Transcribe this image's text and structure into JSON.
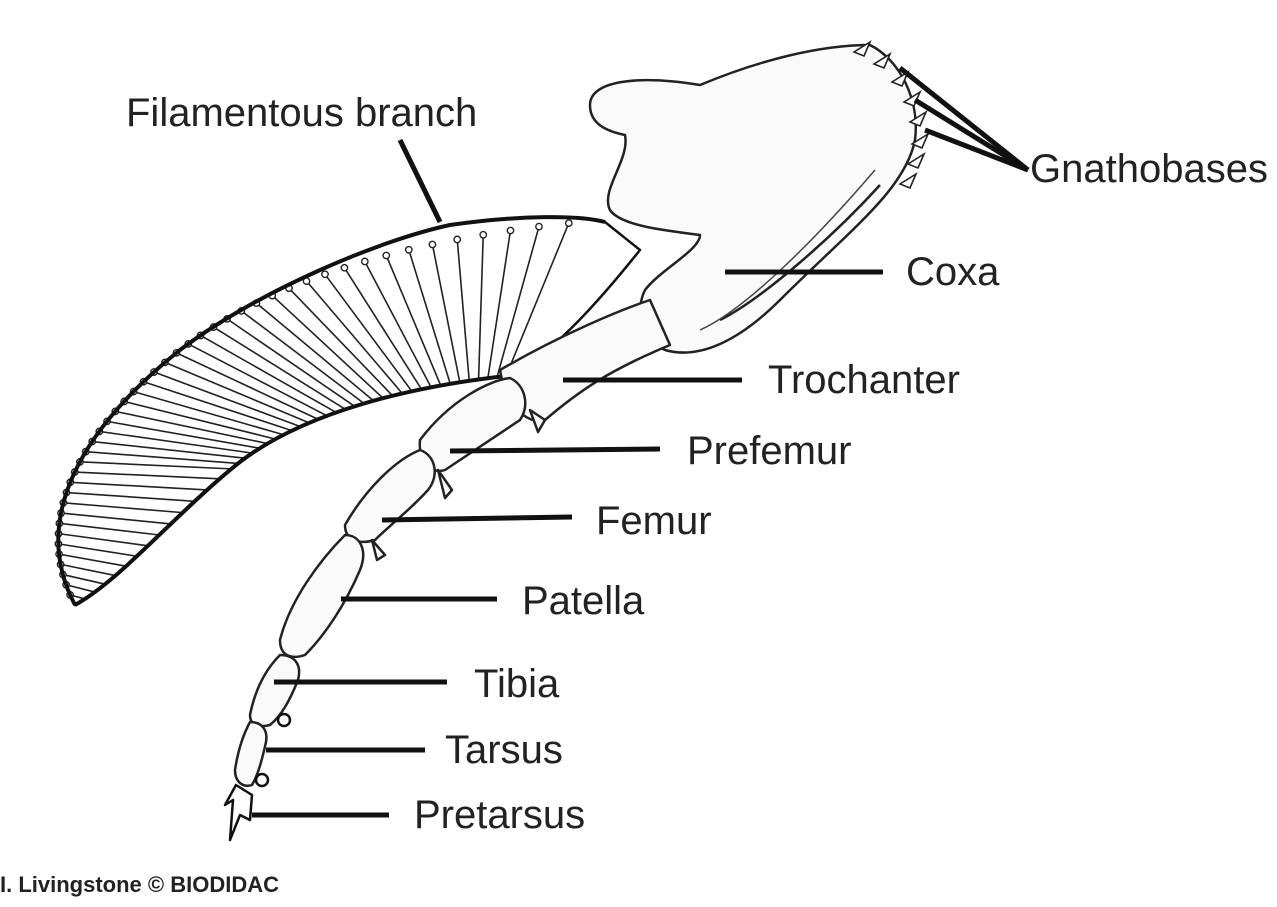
{
  "labels": {
    "filamentous_branch": "Filamentous branch",
    "gnathobases": "Gnathobases",
    "coxa": "Coxa",
    "trochanter": "Trochanter",
    "prefemur": "Prefemur",
    "femur": "Femur",
    "patella": "Patella",
    "tibia": "Tibia",
    "tarsus": "Tarsus",
    "pretarsus": "Pretarsus"
  },
  "credit": "I. Livingstone © BIODIDAC"
}
